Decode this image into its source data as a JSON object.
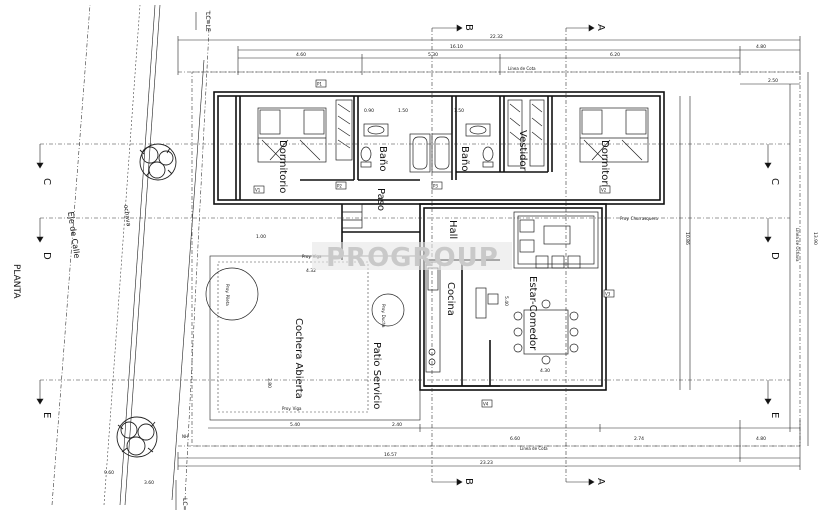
{
  "labels": {
    "dormitorio": "Dormitorio",
    "bano": "Baño",
    "vestidor": "Vestidor",
    "hall": "Hall",
    "paso": "Paso",
    "cocina": "Cocina",
    "estar_comedor": "Estar-Comedor",
    "cochera": "Cochera Abierta",
    "patio": "Patio Servicio",
    "planta": "PLANTA",
    "eje_calle": "Eje de Calle",
    "ochava": "ochava",
    "linea_ochava": "Línea de Ochava",
    "lc_le": "LC=LE",
    "linea_cota": "Línea de Cota",
    "proy_viga": "Proy. Viga",
    "proy_churrasquera": "Proy. Churrasquera",
    "proy_ducha": "Proy. Ducha",
    "proy_pileta": "Proy. Pileta",
    "nh": "NH"
  },
  "cuts": {
    "a": "A",
    "b": "B",
    "c": "C",
    "d": "D",
    "e": "E"
  },
  "dimensions": {
    "top_total": "22.32",
    "top_a": "16.10",
    "top_b": "4.80",
    "top_c": "4.60",
    "top_d": "5.30",
    "top_e": "6.20",
    "bottom_total": "23.23",
    "bottom_a": "16.57",
    "bottom_b": "4.80",
    "bottom_c": "5.40",
    "bottom_d": "2.40",
    "bottom_e": "6.60",
    "bottom_f": "2.74",
    "left_ochava": "9.60",
    "left_small": "3.60",
    "right_total": "13.90",
    "right_a": "10.86",
    "right_b": "2.50",
    "cochera_w": "4.32",
    "cochera_h": "3.80",
    "estar_w": "4.30",
    "cocina_d": "5.40",
    "hall_a": "1.00",
    "hall_b": "1.50",
    "bano_a": "0.90",
    "bano_b": "1.50"
  },
  "tags": {
    "p1": "P1",
    "p2": "P2",
    "p3": "P3",
    "v1": "V1",
    "v2": "V2",
    "v3": "V3",
    "v4": "V4"
  },
  "watermark": "PROGROUP"
}
